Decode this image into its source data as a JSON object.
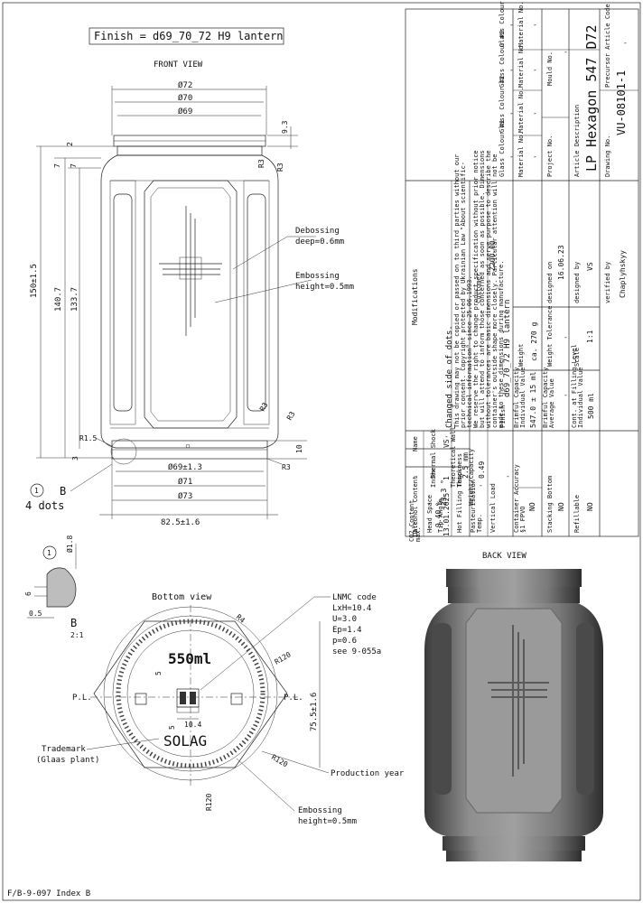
{
  "header": {
    "finish_box": "Finish = d69_70_72 H9 lantern"
  },
  "front_view": {
    "title": "FRONT VIEW",
    "dims_top": [
      "Ø72",
      "Ø70",
      "Ø69"
    ],
    "dims_right": [
      "9.3",
      "R3",
      "R3"
    ],
    "dims_left": [
      "2",
      "7",
      "7"
    ],
    "heights": [
      "150±1.5",
      "140.7",
      "133.7"
    ],
    "debossing": [
      "Debossing",
      "deep=0.6mm"
    ],
    "embossing": [
      "Embossing",
      "height=0.5mm"
    ],
    "dims_low": [
      "R1.5",
      "3",
      "R3",
      "R3",
      "10",
      "R3"
    ],
    "dims_bottom": [
      "Ø69±1.3",
      "Ø71",
      "Ø73",
      "82.5±1.6"
    ],
    "detail_ref": {
      "num": "1",
      "letter": "B",
      "note": "4 dots"
    }
  },
  "detail": {
    "num": "1",
    "dia": "Ø1.8",
    "dim6": "6",
    "dim05": "0.5",
    "letter": "B",
    "scale": "2:1"
  },
  "bottom_view": {
    "title": "Bottom view",
    "lnmc": [
      "LNMC code",
      "LxH=10.4",
      "U=3.0",
      "Ep=1.4",
      "p=0.6",
      "see 9-055a"
    ],
    "r4": "R4",
    "r120a": "R120",
    "r120b": "R120",
    "r120c": "R120",
    "vol": "550ml",
    "brand": "SOLAG",
    "pl_left": "P.L.",
    "pl_right": "P.L.",
    "dim5a": "5",
    "dim5b": "5",
    "dim104": "10.4",
    "dim755": "75.5±1.6",
    "trademark": [
      "Trademark",
      "(Glaas plant)"
    ],
    "production": "Production year",
    "embossing": [
      "Embossing",
      "height=0.5mm"
    ]
  },
  "back_view": {
    "title": "BACK VIEW"
  },
  "footer": {
    "form": "F/B-9-097 Index B"
  },
  "title_block": {
    "materials": [
      "Material No.",
      "Material No.",
      "Material No.",
      "Material No.",
      "Material No."
    ],
    "glass_colours": [
      "Glass Colour #1",
      "Glass Colour #2",
      "Glass Colour #3",
      "Glass Colour #4"
    ],
    "dashes": [
      "-",
      "-",
      "-",
      "-",
      "-",
      "-",
      "-",
      "-",
      "-",
      "-",
      "-",
      "-"
    ],
    "project_label": "Project No.",
    "mould_label": "Mould No.",
    "article_label": "Article Description",
    "article_value": "LP Hexagon 547 D72",
    "drawing_label": "Drawing No.",
    "drawing_value": "VU-08101-1",
    "precursor_label": "Precursor Article Code",
    "designed_on_label": "designed on",
    "designed_on_value": "16.06.23",
    "designed_by_label": "designed by",
    "designed_by_value": "VS",
    "verified_label": "verified by",
    "verified_value": "Chaplyhskyy",
    "weight_label": "Weight",
    "weight_value": "ca. 270 g",
    "weight_tol_label": "Weight Tolerance",
    "weight_tol_value": "-",
    "scale_label": "Scale",
    "scale_value": "1:1",
    "customer_label": "Customer",
    "customer_value": "Z200.00",
    "finish_label": "Finish",
    "finish_value": "d69_70_72  H9 lantern",
    "brimful_label": [
      "Brimful Capacity",
      "Individual Value"
    ],
    "brimful_value": "547.0  ± 15 ml",
    "brimful_avg_label": [
      "Brimful Capacity",
      "Average Value"
    ],
    "brimful_avg_value": "-",
    "fill_label": [
      "Cont. at Filling Level",
      "Individual Value"
    ],
    "fill_value": "500 ml",
    "container_acc_label": [
      "Container Accuracy",
      "§1 FPVO"
    ],
    "container_acc_value": "NO",
    "vertical_label": "Vertical Load",
    "vertical_value": "-",
    "stacking_label": "Stacking Bottom",
    "stacking_value": "NO",
    "refillable_label": "Refillable",
    "refillable_value": "NO",
    "past_label": [
      "Pasteurisation",
      "Temp."
    ],
    "past_value": "-",
    "hotfill_label": "Hot Filling Temp.",
    "hotfill_value": "-",
    "tip_label": "Tip Angle",
    "tip_value": "23.3 °",
    "thermal_label": "Thermal Shock",
    "thermal_value": "-",
    "alcohol_label": "Alcohol Content",
    "alcohol_value": "-",
    "wall_label": [
      "Theoretical Wall",
      "Thickness"
    ],
    "wall_value": "2.5 mm",
    "wcap_label": "Weight/Capacity",
    "wcap_value": "0.49",
    "head_label": "Head Space",
    "head_value": "9.40 %",
    "co2_label": [
      "CO2 Content",
      "max."
    ],
    "co2_value": "-",
    "notes": [
      "This drawing may not be copied or passed on to third parties without our",
      "prior consent. Copyright protected by Ukrainian Law \"About scientific-",
      "technical information\" since 25.06.1993.",
      "We reserve the right to change product specification without prior notice",
      "but will attend to inform those concerned as soon as possible. Dimensions",
      "without tolerances are basic dimensions and serve purpose to describe the",
      "container's outside shape more closely. Particular attention will not be",
      "made to these dimensions during manufacture."
    ],
    "change_text": "Changed side of dots.",
    "mod_header": "Modifications",
    "mod_cols": [
      "Date",
      "Index",
      "Name"
    ],
    "mod_row": [
      "13.01.2025",
      "1",
      "VS"
    ]
  }
}
